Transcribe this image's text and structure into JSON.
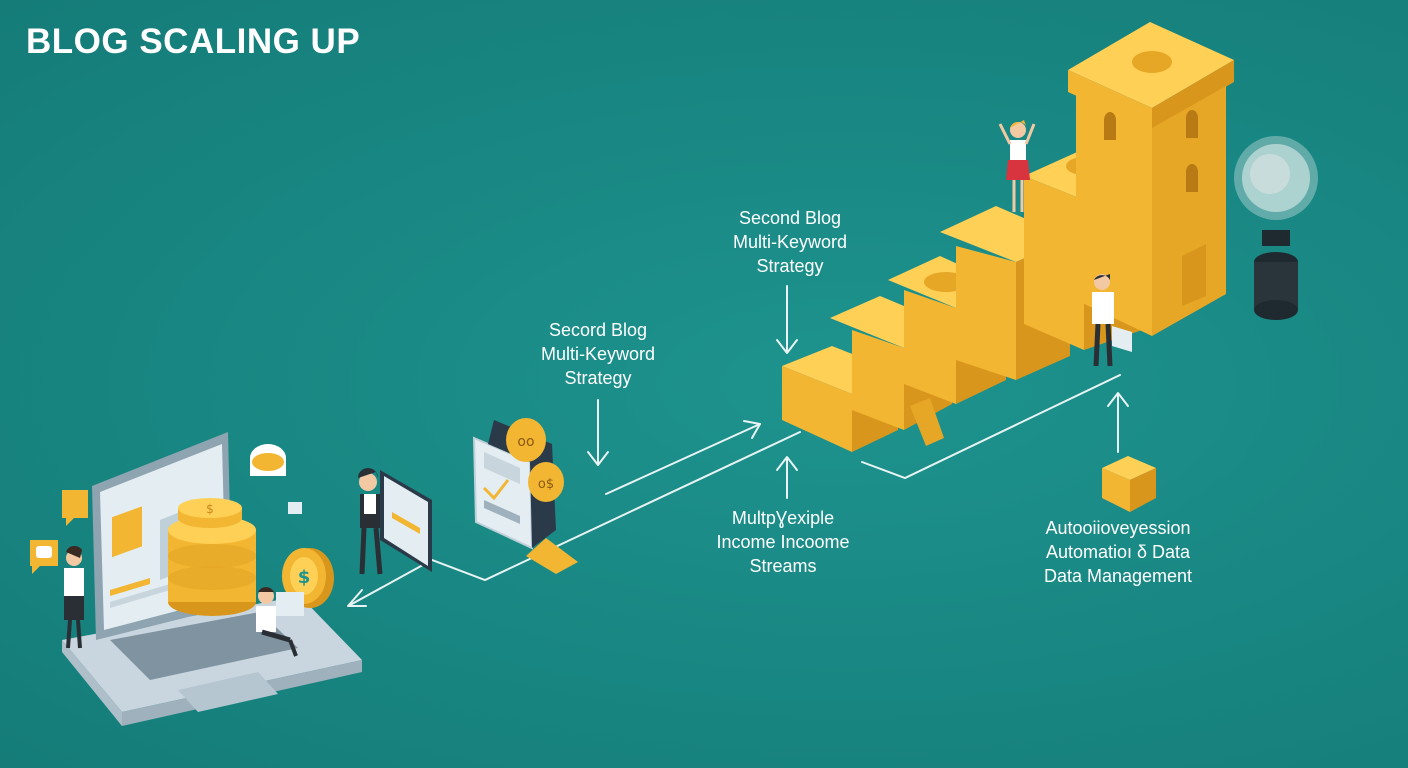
{
  "title": "BLOG SCALING UP",
  "labels": {
    "upper_strategy": {
      "line1": "Second Blog",
      "line2": "Multi-Keyword",
      "line3": "Strategy"
    },
    "lower_strategy": {
      "line1": "Secord Blog",
      "line2": "Multi-Keyword",
      "line3": "Strategy"
    },
    "income": {
      "line1": "MultpƔexiple",
      "line2": "Income Incoome",
      "line3": "Streams"
    },
    "automation": {
      "line1": "Autooiioveyession",
      "line2": "Automatioı δ Data",
      "line3": "Data  Management"
    }
  },
  "colors": {
    "background": "#1a8a86",
    "gold": "#f2b632",
    "gold_dark": "#d9961c",
    "gold_light": "#ffd056",
    "screen": "#dfe9ee",
    "laptop_body": "#c9d6df",
    "line": "#e8f4f3"
  },
  "icons": [
    "laptop-icon",
    "coin-stack-icon",
    "dollar-coin-icon",
    "chat-bubble-icon",
    "tablet-icon",
    "presentation-board-icon",
    "gold-block-stairs-icon",
    "tower-icon",
    "lightbulb-icon",
    "gold-cube-icon"
  ]
}
